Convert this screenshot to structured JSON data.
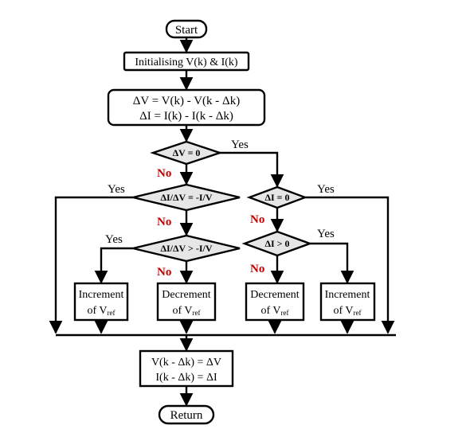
{
  "flowchart": {
    "start": "Start",
    "init": "Initialising V(k) & I(k)",
    "calc_line1": "ΔV = V(k) - V(k - Δk)",
    "calc_line2": "ΔI = I(k) - I(k - Δk)",
    "dec_dv0": "ΔV = 0",
    "dec_didv_eq": "ΔI/ΔV = -I/V",
    "dec_didv_gt": "ΔI/ΔV > -I/V",
    "dec_di0": "ΔI = 0",
    "dec_di_gt0": "ΔI > 0",
    "yes": "Yes",
    "no": "No",
    "increment_line1": "Increment",
    "decrement_line1": "Decrement",
    "of_vref_prefix": "of V",
    "ref_sub": "ref",
    "update_line1": "V(k - Δk) = ΔV",
    "update_line2": "I(k - Δk) = ΔI",
    "return": "Return"
  },
  "colors": {
    "no_label": "#c00000",
    "decision_fill": "#e6e6e6",
    "line": "#000000"
  }
}
